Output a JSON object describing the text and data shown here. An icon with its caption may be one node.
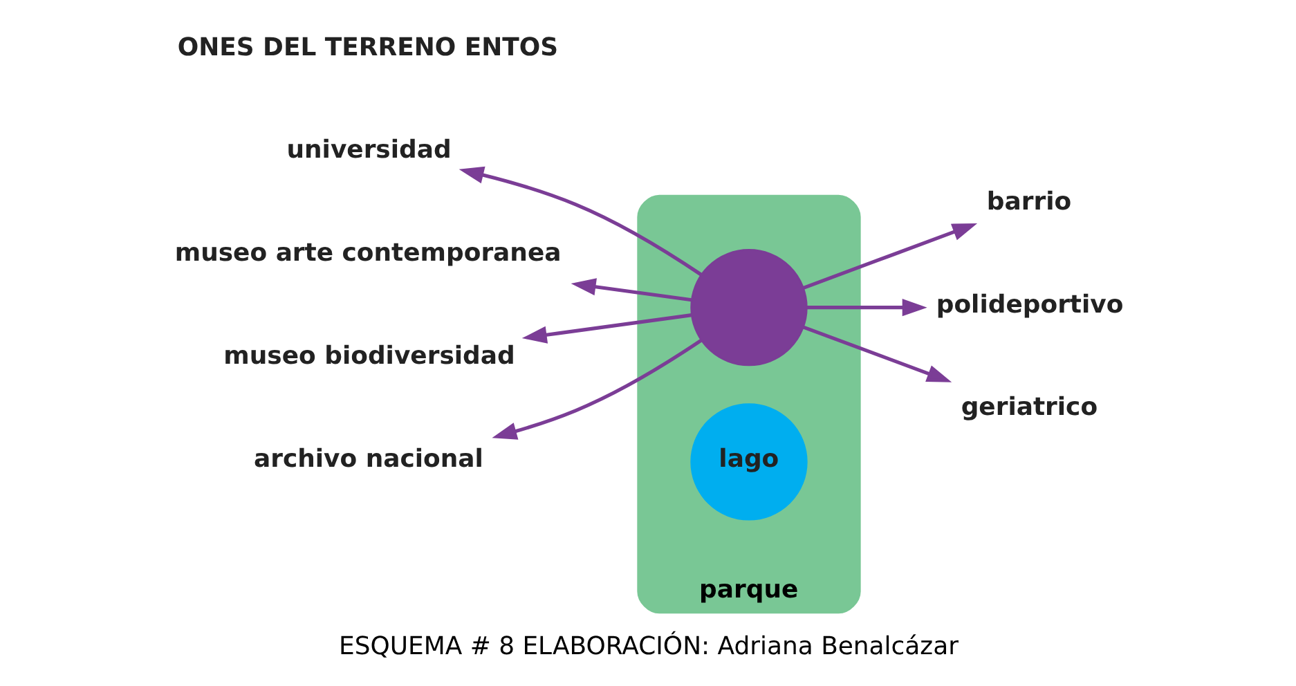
{
  "diagram": {
    "caption": "ESQUEMA # 8 ELABORACIÓN: Adriana Benalcázar",
    "nodes": [
      {
        "text": [
          "parque"
        ]
      },
      {
        "text": [],
        "shape": "circle",
        "in": 0
      },
      {
        "text": [
          "lago"
        ],
        "in": 0
      },
      {
        "text": [
          "barrio"
        ]
      },
      {
        "text": [
          "universidad"
        ]
      },
      {
        "text": [
          "museo arte contemporanea"
        ]
      },
      {
        "text": [
          "polideportivo"
        ]
      },
      {
        "text": [
          "museo biodiversidad"
        ]
      },
      {
        "text": [
          "archivo nacional"
        ]
      },
      {
        "text": [
          "geriatrico"
        ]
      }
    ],
    "edges": [
      {
        "from": 1,
        "to": 3,
        "arrow": "to"
      },
      {
        "from": 1,
        "to": 4,
        "arrow": "to"
      },
      {
        "from": 1,
        "to": 5,
        "arrow": "to"
      },
      {
        "from": 1,
        "to": 6,
        "arrow": "to"
      },
      {
        "from": 1,
        "to": 7,
        "arrow": "to"
      },
      {
        "from": 1,
        "to": 8,
        "arrow": "to"
      },
      {
        "from": 1,
        "to": 9,
        "arrow": "to"
      }
    ],
    "labels": [
      "ONES DEL TERRENO ENTOS"
    ]
  }
}
